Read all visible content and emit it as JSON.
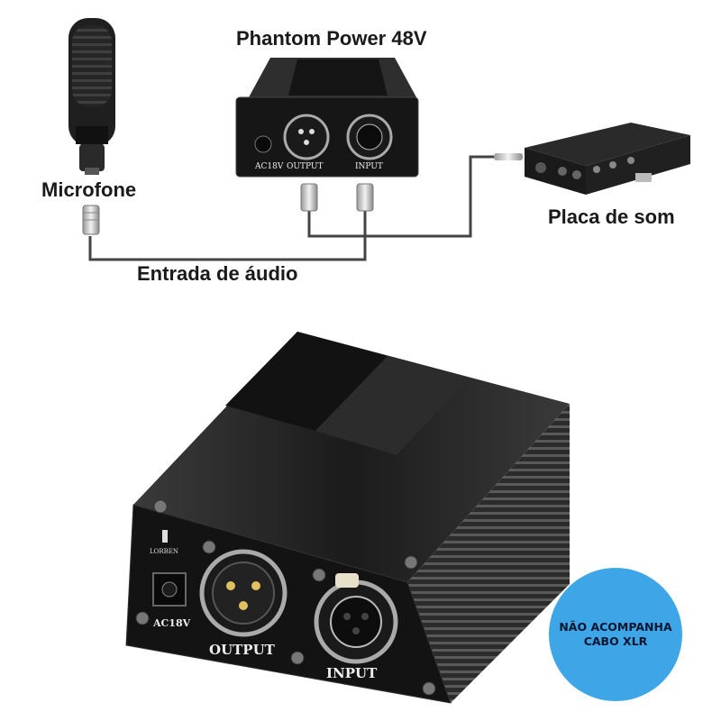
{
  "labels": {
    "phantom": "Phantom Power 48V",
    "microphone": "Microfone",
    "sound_card": "Placa de som",
    "audio_input": "Entrada de áudio"
  },
  "small_unit": {
    "dc_port": "AC18V",
    "output": "OUTPUT",
    "input": "INPUT"
  },
  "large_unit": {
    "brand": "LORBEN",
    "dc_port": "AC18V",
    "output": "OUTPUT",
    "input": "INPUT"
  },
  "badge": {
    "line1": "NÃO ACOMPANHA",
    "line2": "CABO XLR"
  },
  "colors": {
    "badge": "#3ea6e6",
    "cable": "#444444",
    "metal": "#1e1e1e"
  }
}
